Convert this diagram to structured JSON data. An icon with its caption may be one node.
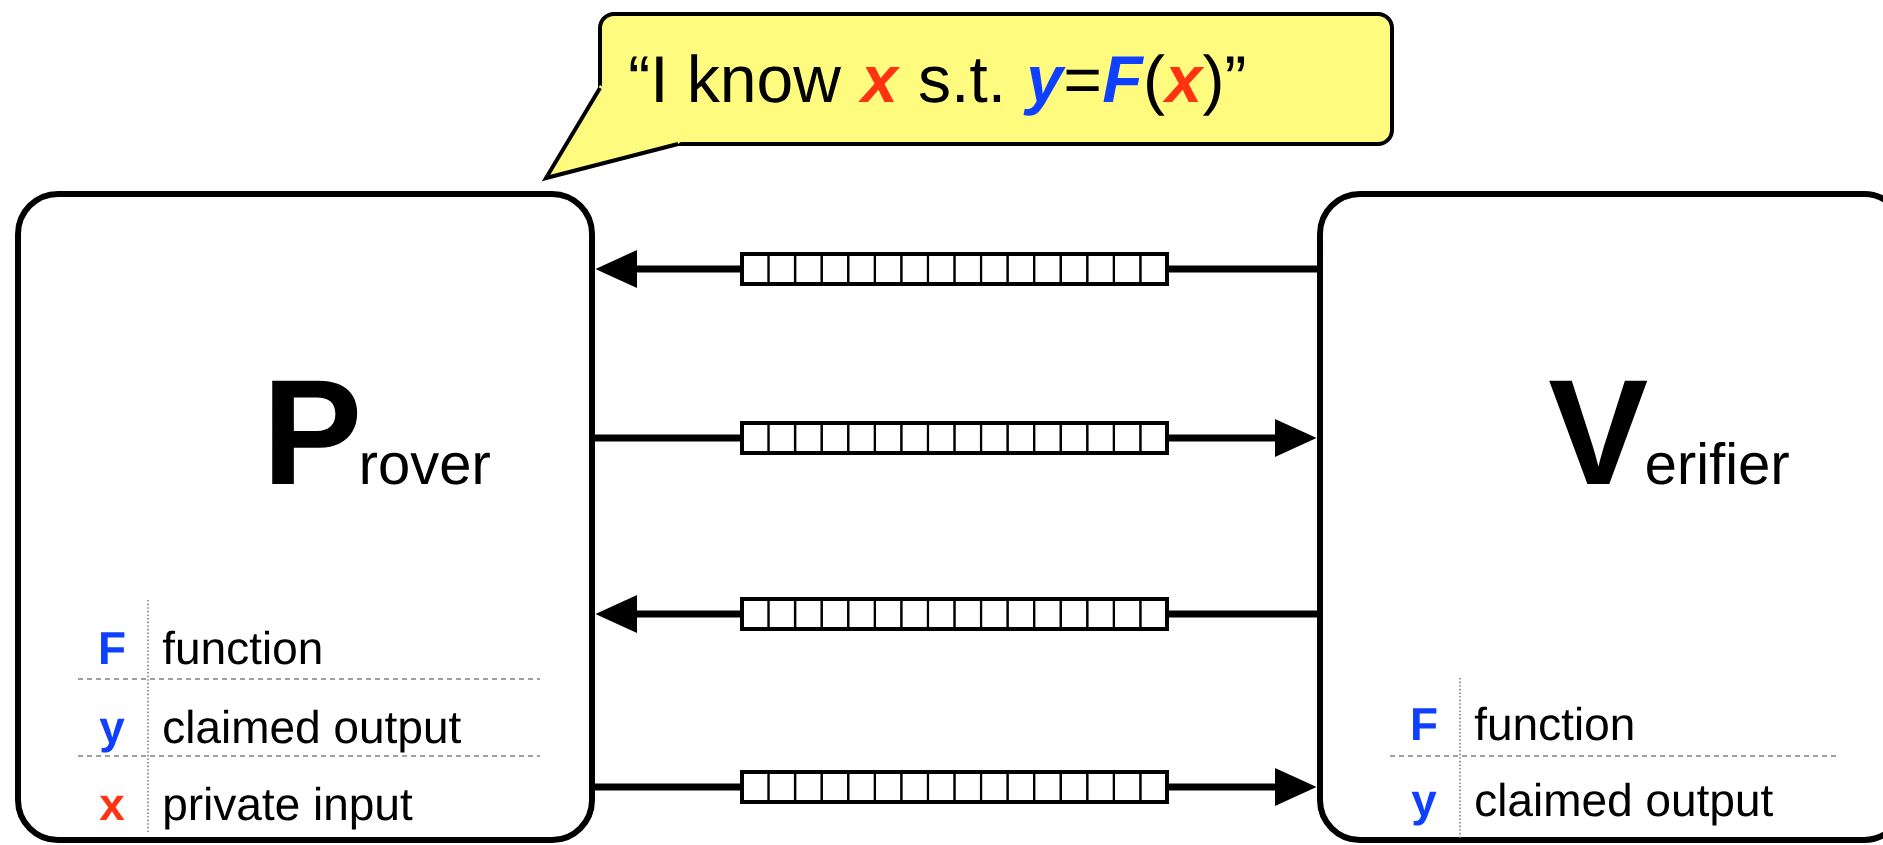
{
  "diagram": {
    "nodes": [
      {
        "text": [
          "“I know",
          "x",
          "s.t.",
          "y",
          "=",
          "F",
          "(",
          "x",
          ")”"
        ]
      },
      {
        "text": [
          "P",
          "rover",
          "F",
          "function",
          "y",
          "claimed output",
          "x",
          "private input"
        ]
      },
      {
        "text": [],
        "shape": "bar"
      },
      {
        "text": [],
        "shape": "bar"
      },
      {
        "text": [],
        "shape": "bar"
      },
      {
        "text": [],
        "shape": "bar"
      },
      {
        "text": [
          "V",
          "erifier",
          "F",
          "function",
          "y",
          "claimed output"
        ]
      }
    ],
    "edges": [
      {
        "from": 6,
        "to": 2,
        "arrow": "none"
      },
      {
        "from": 2,
        "to": 1,
        "arrow": "to"
      },
      {
        "from": 1,
        "to": 3,
        "arrow": "none"
      },
      {
        "from": 3,
        "to": 6,
        "arrow": "to"
      },
      {
        "from": 6,
        "to": 4,
        "arrow": "none"
      },
      {
        "from": 4,
        "to": 1,
        "arrow": "to"
      },
      {
        "from": 1,
        "to": 5,
        "arrow": "none"
      },
      {
        "from": 5,
        "to": 6,
        "arrow": "to"
      }
    ]
  }
}
